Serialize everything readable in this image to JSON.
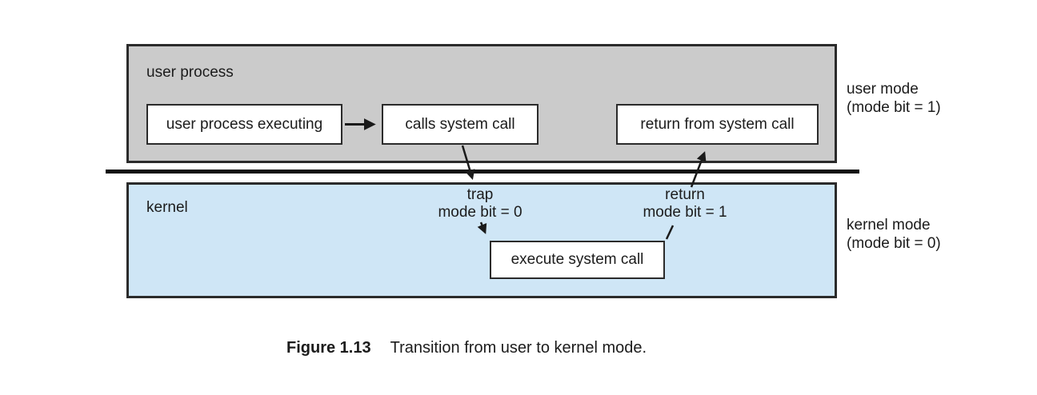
{
  "diagram": {
    "user_region": {
      "label": "user process",
      "executing_box": "user process executing",
      "calls_box": "calls system call",
      "return_box": "return from system call"
    },
    "kernel_region": {
      "label": "kernel",
      "trap": {
        "line1": "trap",
        "line2": "mode bit = 0"
      },
      "return": {
        "line1": "return",
        "line2": "mode bit = 1"
      },
      "execute_box": "execute system call"
    },
    "mode_labels": {
      "user": {
        "line1": "user mode",
        "line2": "(mode bit = 1)"
      },
      "kernel": {
        "line1": "kernel mode",
        "line2": "(mode bit = 0)"
      }
    },
    "colors": {
      "user_region_fill": "#cbcbcb",
      "kernel_region_fill": "#cfe6f6",
      "box_border": "#2b2b2b",
      "line": "#1a1a1a",
      "text": "#1c1c1c",
      "background": "#ffffff"
    }
  },
  "caption": {
    "number": "Figure 1.13",
    "text": "Transition from user to kernel mode."
  }
}
